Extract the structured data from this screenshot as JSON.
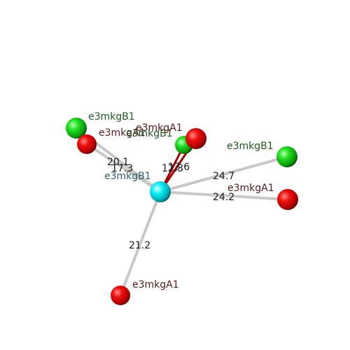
{
  "diagram": {
    "colors": {
      "center_atom": "#00e5f0",
      "red_atom": "#e00000",
      "green_atom": "#12d012",
      "bond_gray": "#cfcfcf",
      "bond_red": "#b00000",
      "red_label": "#5a1a1a",
      "green_label": "#1e5a1e",
      "center_label": "#2c5f66"
    },
    "center": {
      "label": "e3mkgB1",
      "icon": "cyan-sphere"
    },
    "neighbors": [
      {
        "id": "a",
        "label": "e3mkgB1",
        "color": "green",
        "distance": "20.1",
        "bond": "gray",
        "icon": "green-sphere"
      },
      {
        "id": "b",
        "label": "e3mkgA1",
        "color": "red",
        "distance": "17.3",
        "bond": "gray",
        "icon": "red-sphere"
      },
      {
        "id": "c",
        "label": "e3mkgB1",
        "color": "green",
        "distance": "13.6",
        "bond": "red",
        "icon": "green-sphere"
      },
      {
        "id": "d",
        "label": "e3mkgA1",
        "color": "red",
        "distance": "12.3",
        "bond": "red",
        "icon": "red-sphere"
      },
      {
        "id": "e",
        "label": "e3mkgB1",
        "color": "green",
        "distance": "24.7",
        "bond": "gray",
        "icon": "green-sphere"
      },
      {
        "id": "f",
        "label": "e3mkgA1",
        "color": "red",
        "distance": "24.2",
        "bond": "gray",
        "icon": "red-sphere"
      },
      {
        "id": "g",
        "label": "e3mkgA1",
        "color": "red",
        "distance": "21.2",
        "bond": "gray",
        "icon": "red-sphere"
      }
    ]
  }
}
